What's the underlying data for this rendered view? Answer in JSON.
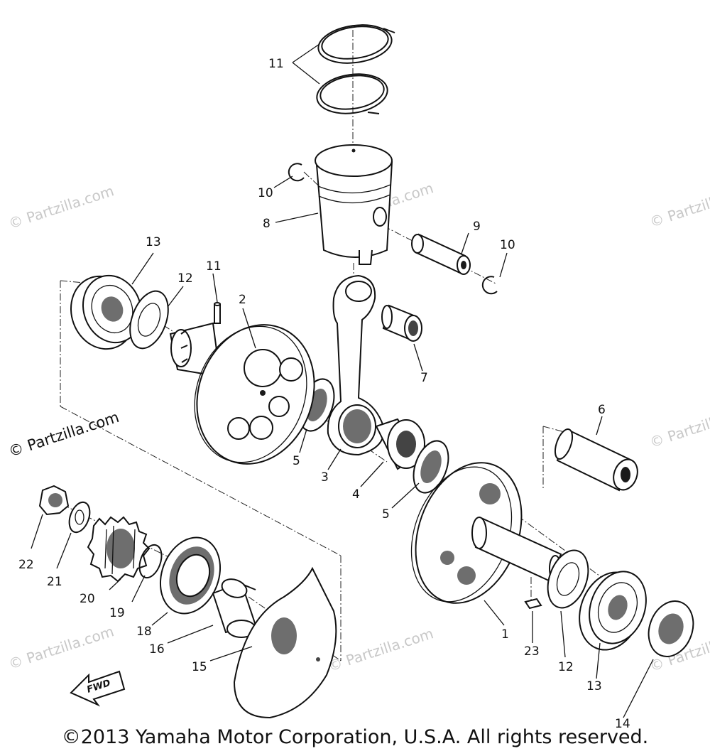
{
  "diagram": {
    "copyright": "©2013 Yamaha Motor Corporation, U.S.A. All rights reserved.",
    "watermark": "© Partzilla.com",
    "fwd_label": "FWD",
    "callouts": {
      "c11a": "11",
      "c10a": "10",
      "c8": "8",
      "c9": "9",
      "c10b": "10",
      "c13a": "13",
      "c12a": "12",
      "c11b": "11",
      "c2": "2",
      "c7": "7",
      "c6": "6",
      "c5a": "5",
      "c3": "3",
      "c4": "4",
      "c5b": "5",
      "c22": "22",
      "c21": "21",
      "c20": "20",
      "c19": "19",
      "c18": "18",
      "c16": "16",
      "c15": "15",
      "c1": "1",
      "c23": "23",
      "c12b": "12",
      "c13b": "13",
      "c14": "14"
    }
  }
}
